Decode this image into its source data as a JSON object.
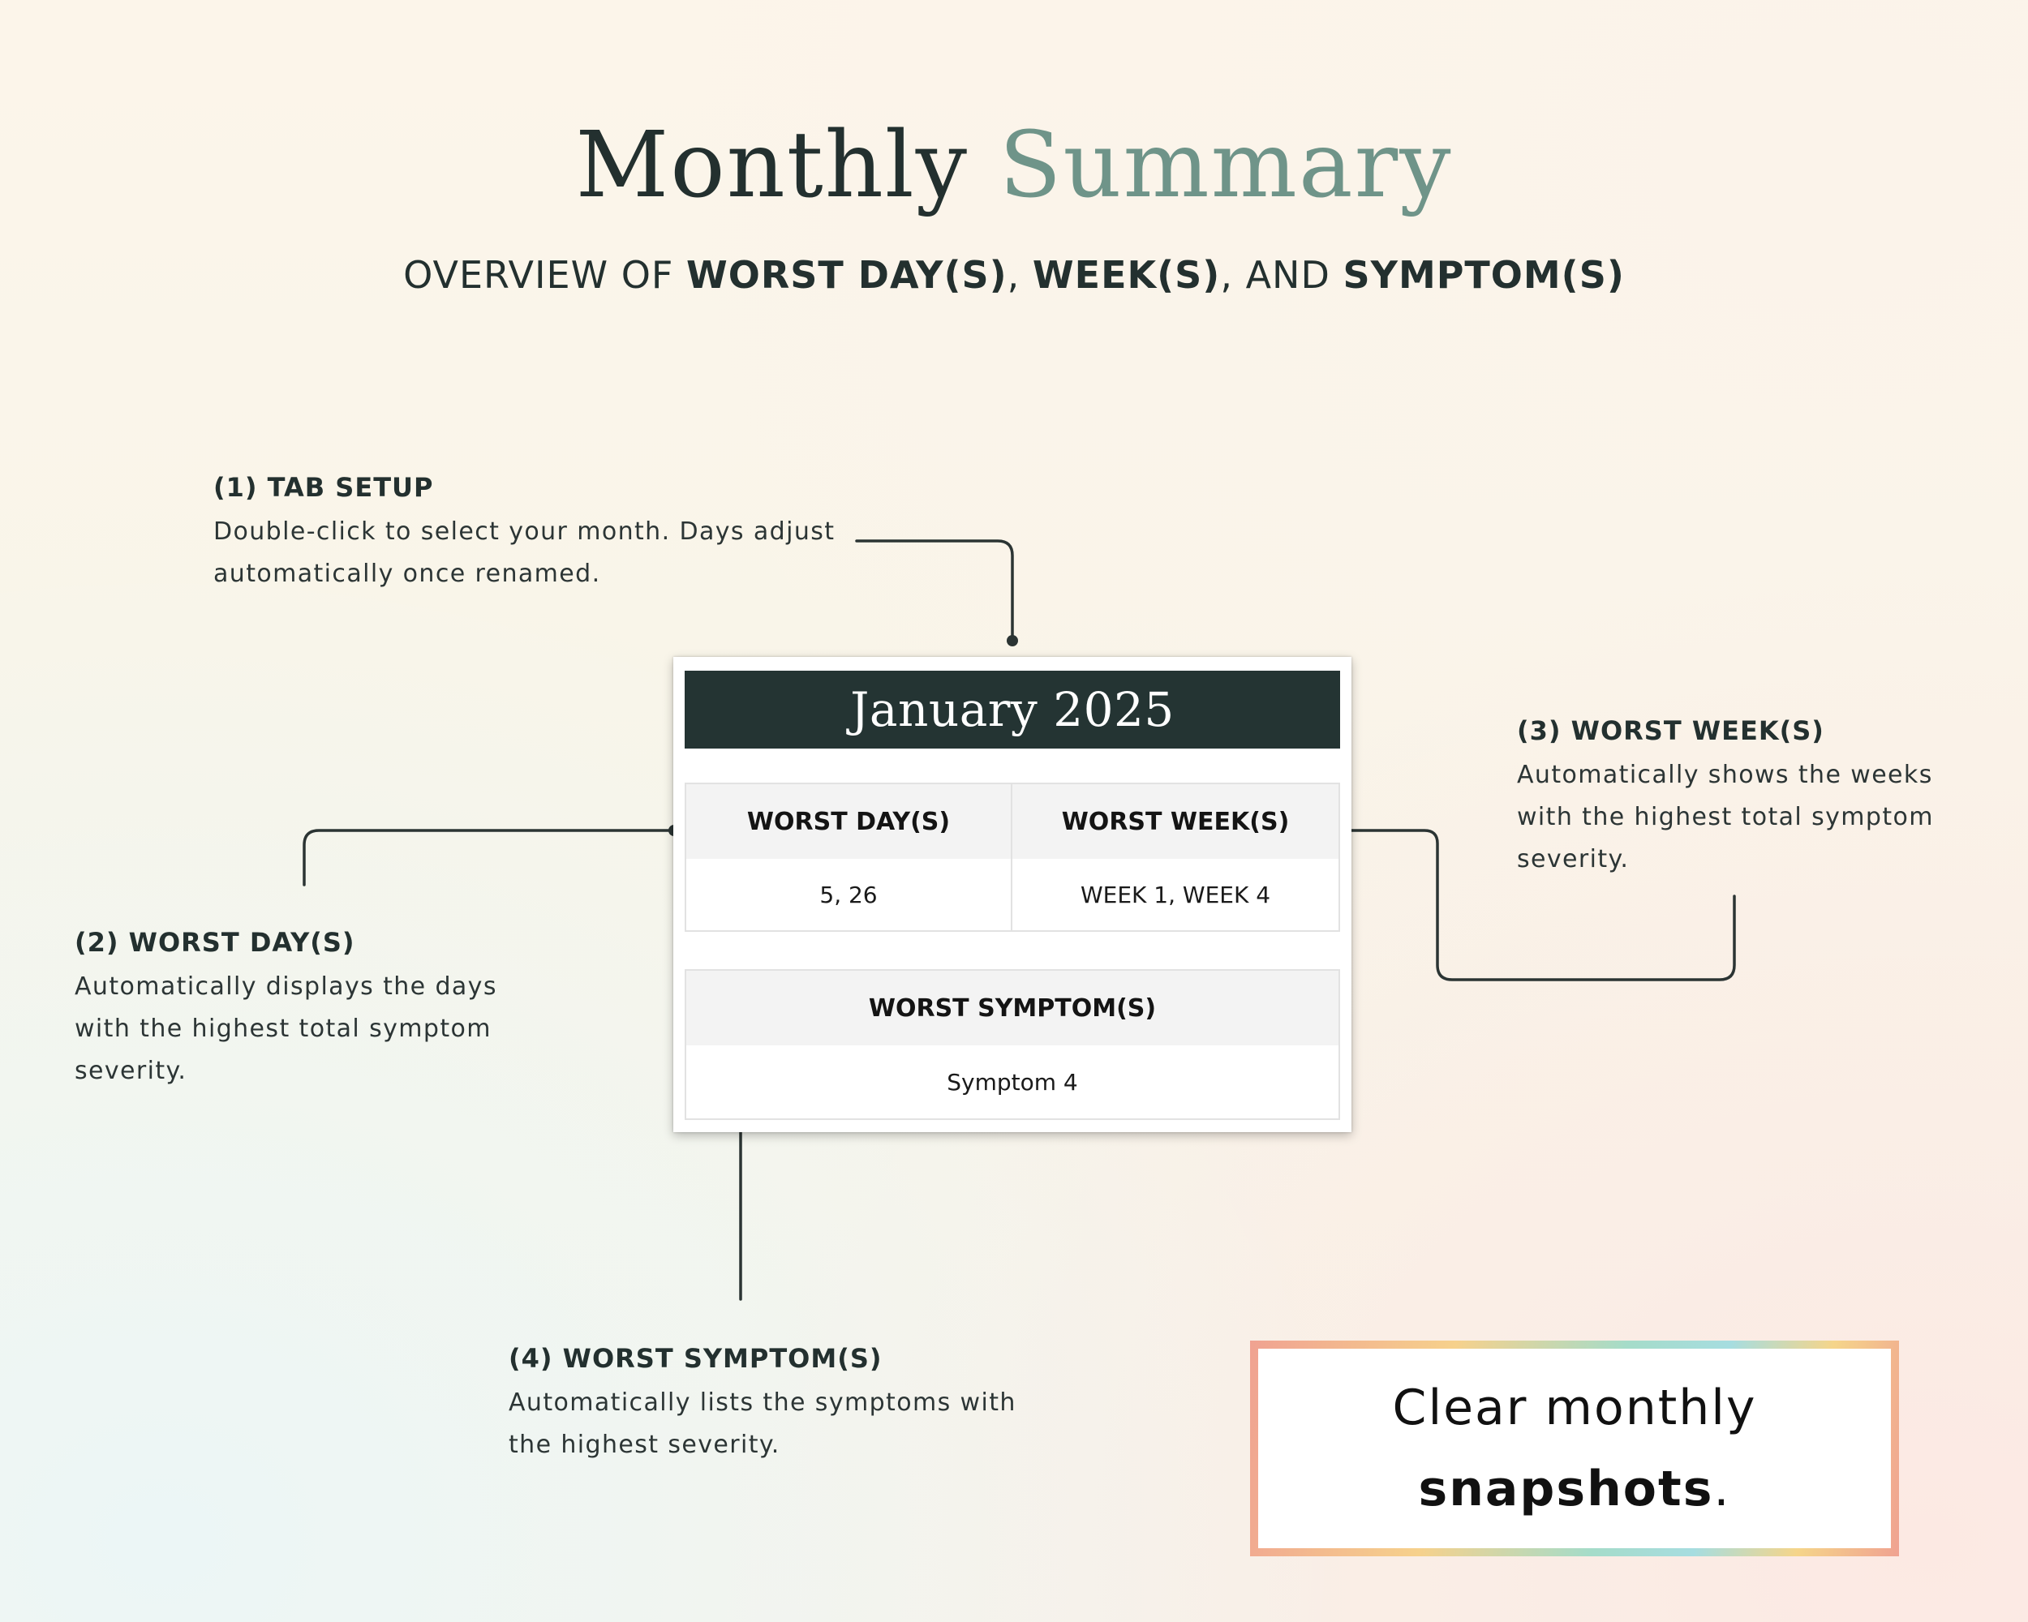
{
  "header": {
    "title_part1": "Monthly",
    "title_part2": "Summary",
    "subtitle": {
      "prefix": "OVERVIEW OF ",
      "bold1": "WORST DAY(S)",
      "sep1": ", ",
      "bold2": "WEEK(S)",
      "sep2": ", AND ",
      "bold3": "SYMPTOM(S)"
    }
  },
  "notes": {
    "tab_setup": {
      "title": "(1) TAB SETUP",
      "body": "Double-click to select your month. Days adjust automatically once renamed."
    },
    "worst_days": {
      "title": "(2) WORST DAY(S)",
      "body": "Automatically displays the days with the highest total symptom severity."
    },
    "worst_weeks": {
      "title": "(3) WORST WEEK(S)",
      "body": "Automatically shows the weeks with the highest total symptom severity."
    },
    "worst_symptoms": {
      "title": "(4) WORST SYMPTOM(S)",
      "body": "Automatically lists the symptoms with the highest severity."
    }
  },
  "card": {
    "month": "January 2025",
    "worst_days_header": "WORST DAY(S)",
    "worst_days_value": "5, 26",
    "worst_weeks_header": "WORST WEEK(S)",
    "worst_weeks_value": "WEEK 1, WEEK 4",
    "worst_symptoms_header": "WORST SYMPTOM(S)",
    "worst_symptoms_value": "Symptom 4"
  },
  "callout": {
    "line1": "Clear monthly",
    "line2_bold": "snapshots",
    "line2_end": "."
  },
  "colors": {
    "dark": "#23302f",
    "accent_green": "#6f9489",
    "card_header": "#243433"
  }
}
